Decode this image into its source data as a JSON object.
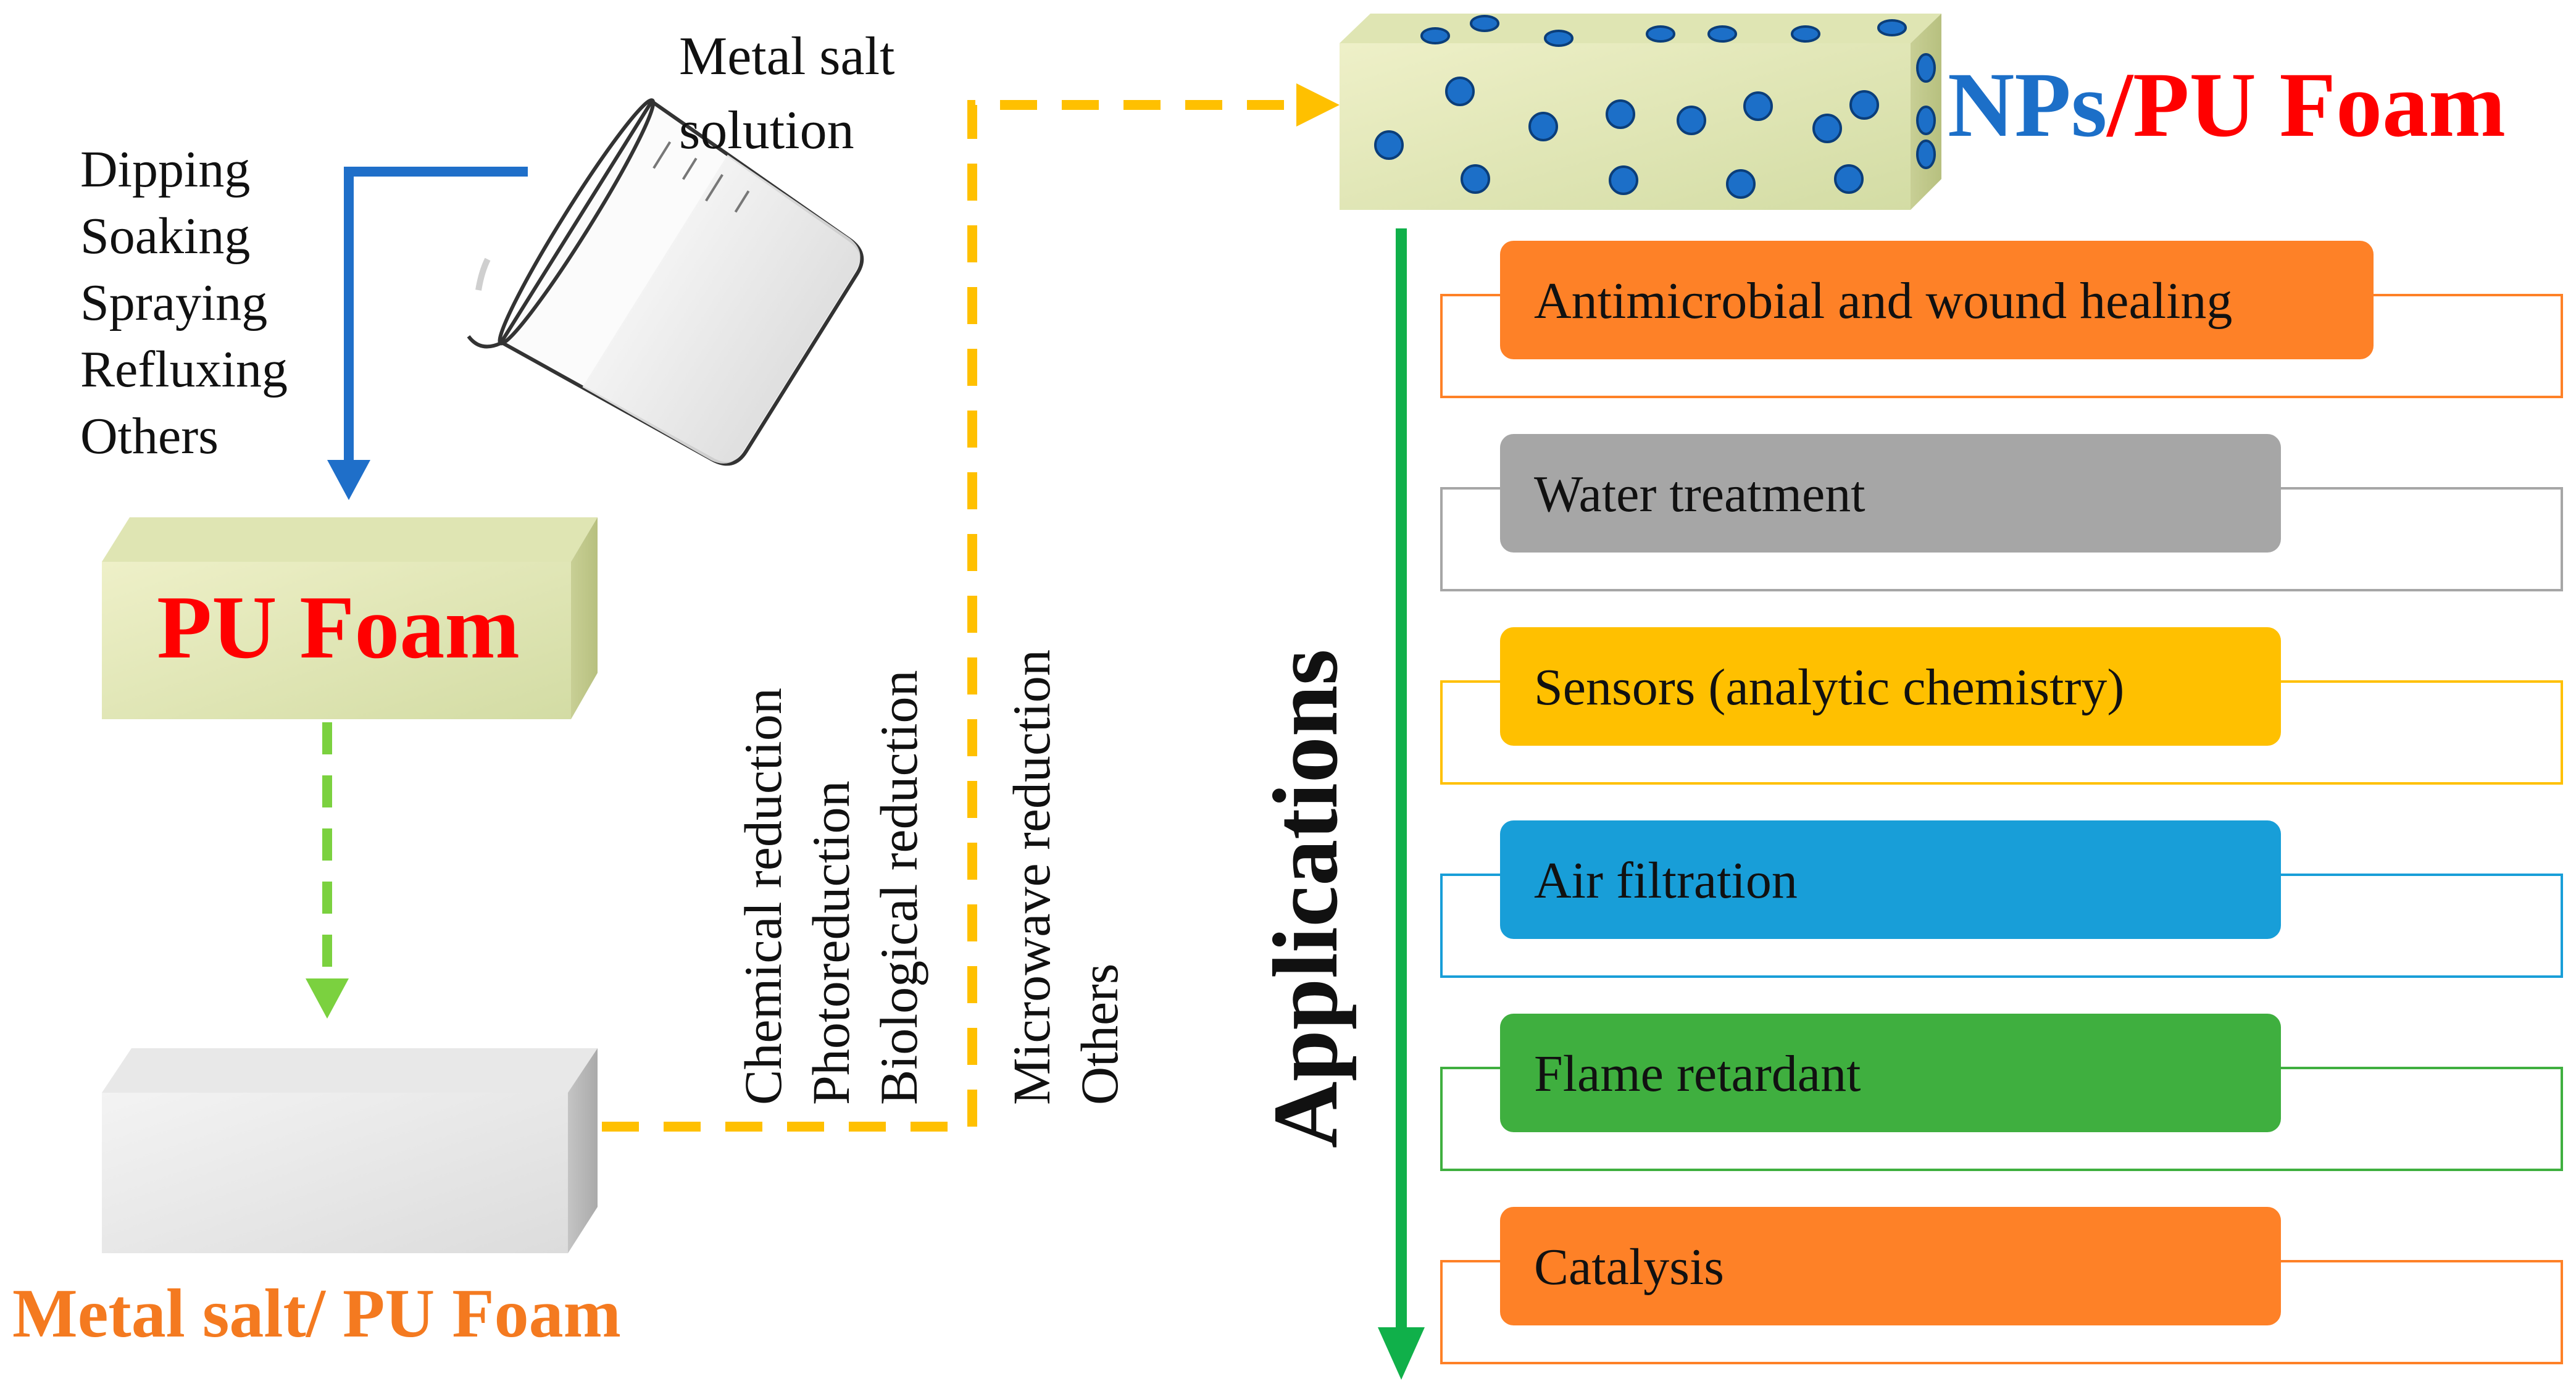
{
  "methods": {
    "items": [
      "Dipping",
      "Soaking",
      "Spraying",
      "Refluxing",
      "Others"
    ]
  },
  "metal_salt_solution": {
    "line1": "Metal salt",
    "line2": "solution"
  },
  "pu_foam": {
    "label": "PU Foam"
  },
  "metal_salt_pu_foam": {
    "label": "Metal salt/ PU Foam"
  },
  "reduction": {
    "items": [
      "Chemical reduction",
      "Photoreduction",
      "Biological reduction",
      "Microwave reduction",
      "Others"
    ]
  },
  "product": {
    "nps": "NPs",
    "slash_pu": "/PU Foam"
  },
  "applications": {
    "title": "Applications",
    "items": [
      {
        "label": "Antimicrobial and wound healing",
        "color": "#fe8127"
      },
      {
        "label": "Water treatment",
        "color": "#a6a6a6"
      },
      {
        "label": "Sensors (analytic chemistry)",
        "color": "#ffc000"
      },
      {
        "label": "Air filtration",
        "color": "#189ed8"
      },
      {
        "label": "Flame retardant",
        "color": "#3faf3f"
      },
      {
        "label": "Catalysis",
        "color": "#fe8127"
      }
    ]
  },
  "colors": {
    "blue_arrow": "#1f6fc9",
    "green_dashed": "#7bd13f",
    "yellow_dashed": "#ffc000",
    "green_axis": "#10b04a",
    "red_text": "#ff0000",
    "orange_text": "#f47a20",
    "nps_blue": "#1c6fc8"
  }
}
